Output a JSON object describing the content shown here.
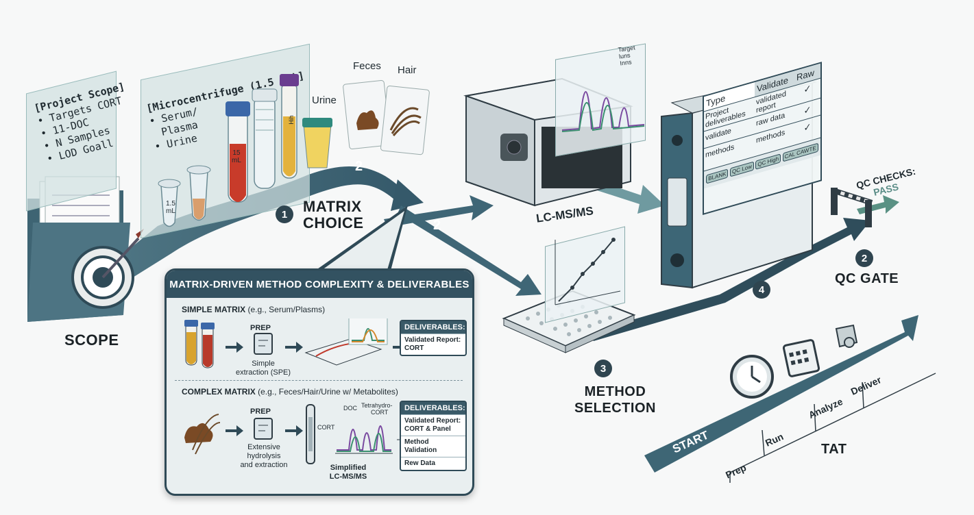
{
  "scope": {
    "label": "SCOPE",
    "note_title": "[Project Scope]",
    "note_items": [
      "• Targets CORT",
      "• 11-DOC",
      "• N Samples",
      "• LOD Goall"
    ]
  },
  "matrix_note": {
    "title": "[Microcentrifuge (1.5 mL)]",
    "items": [
      "• Serum/",
      "Plasma",
      "• Urine"
    ],
    "tube_small_label": "1.5\nmL",
    "tube_red_label": "15\nmL",
    "tube_yellow_label": "Hih"
  },
  "samples": {
    "urine": "Urine",
    "feces": "Feces",
    "hair": "Hair"
  },
  "step1": {
    "num": "1",
    "label_line1": "MATRIX",
    "label_line2": "CHOICE"
  },
  "arrow_nums": {
    "a": "2",
    "b": "2"
  },
  "lcms": {
    "label": "LC-MS/MS",
    "screen_legend": [
      "Target",
      "luns",
      "Inns"
    ]
  },
  "binder": {
    "headers": [
      "Type",
      "Validate",
      "Raw"
    ],
    "rows": [
      [
        "Project deliverables",
        "validated report",
        "✓"
      ],
      [
        "validate",
        "raw data",
        "✓"
      ],
      [
        "methods",
        "methods",
        "✓"
      ]
    ],
    "qc_points": [
      "BLANK",
      "QC Low",
      "QC High",
      "CAL CAWTE"
    ]
  },
  "qc_gate": {
    "num": "2",
    "label": "QC GATE",
    "checks_line1": "QC CHECKS:",
    "checks_line2": "PASS"
  },
  "step3": {
    "num": "3",
    "label_line1": "METHOD",
    "label_line2": "SELECTION"
  },
  "step4": {
    "num": "4"
  },
  "panel": {
    "title": "MATRIX-DRIVEN METHOD COMPLEXITY & DELIVERABLES",
    "simple": {
      "title": "SIMPLE MATRIX",
      "example": "(e.g., Serum/Plasms)",
      "prep": "PREP",
      "prep_desc_line1": "Simple",
      "prep_desc_line2": "extraction (SPE)",
      "deliv_head": "DELIVERABLES:",
      "deliv_items": [
        "Validated Report: CORT"
      ]
    },
    "complex": {
      "title": "COMPLEX MATRIX",
      "example": "(e.g., Feces/Hair/Urine w/ Metabolites)",
      "prep": "PREP",
      "prep_desc_line1": "Extensive",
      "prep_desc_line2": "hydrolysis",
      "prep_desc_line3": "and extraction",
      "peaks": [
        "DOC",
        "Tetrahydro-",
        "CORT",
        "CORT"
      ],
      "method_line1": "Simplified",
      "method_line2": "LC-MS/MS",
      "deliv_head": "DELIVERABLES:",
      "deliv_items": [
        "Validated Report: CORT & Panel",
        "Method Validation",
        "Rew Data"
      ]
    }
  },
  "tat": {
    "start": "START",
    "label": "TAT",
    "stages": [
      "Prep",
      "Run",
      "Analyze",
      "Deliver"
    ]
  },
  "colors": {
    "arrow": "#3e6675",
    "panel_head": "#335261",
    "accent_green": "#5a8c86"
  }
}
